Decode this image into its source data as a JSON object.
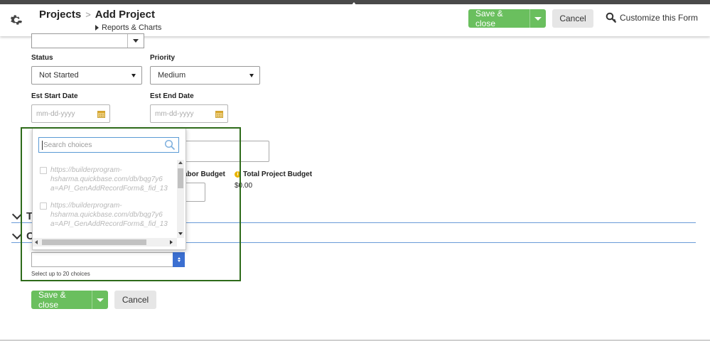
{
  "header": {
    "breadcrumb_root": "Projects",
    "breadcrumb_separator": ">",
    "breadcrumb_current": "Add Project",
    "sub_breadcrumb": "Reports & Charts",
    "save_close_label": "Save & close",
    "cancel_label": "Cancel",
    "customize_label": "Customize this Form"
  },
  "form": {
    "status_label": "Status",
    "status_value": "Not Started",
    "priority_label": "Priority",
    "priority_value": "Medium",
    "est_start_label": "Est Start Date",
    "est_start_placeholder": "mm-dd-yyyy",
    "est_end_label": "Est End Date",
    "est_end_placeholder": "mm-dd-yyyy",
    "labor_budget_label": "abor Budget",
    "total_budget_label": "Total Project Budget",
    "total_budget_value": "$0.00",
    "section1_letter": "T",
    "section2_letter": "C"
  },
  "multiselect": {
    "search_placeholder": "Search choices",
    "choices": [
      {
        "text": "https://builderprogram-\nhsharma.quickbase.com/db/bqg7y6\na=API_GenAddRecordForm&_fid_13"
      },
      {
        "text": "https://builderprogram-\nhsharma.quickbase.com/db/bqg7y6\na=API_GenAddRecordForm&_fid_13"
      }
    ],
    "hint": "Select up to 20 choices"
  },
  "footer": {
    "save_close_label": "Save & close",
    "cancel_label": "Cancel"
  },
  "colors": {
    "green_button": "#6abf5e",
    "highlight_border": "#2e6b1a",
    "section_line": "#6a9bd8",
    "select_button": "#3b6fd1"
  }
}
